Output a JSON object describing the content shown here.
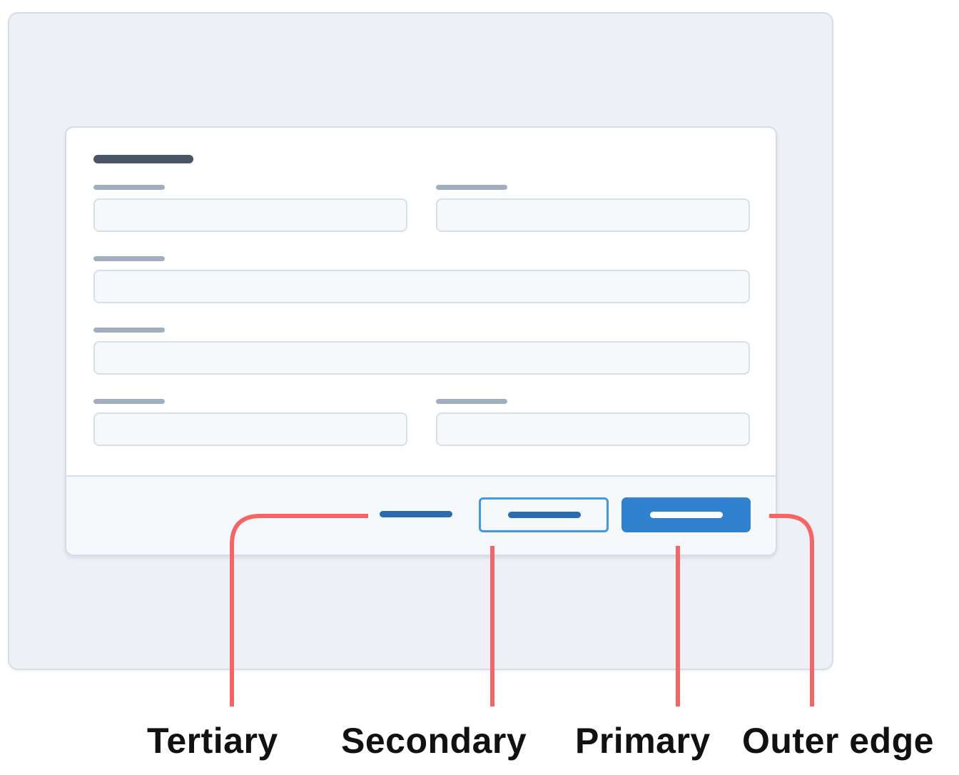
{
  "colors": {
    "background": "#ffffff",
    "outer_surface": "#edf1f6",
    "outer_border": "#d5dde8",
    "dialog_surface": "#ffffff",
    "footer_surface": "#f6f9fc",
    "field_fill": "#f6f9fc",
    "field_border": "#d8dfe9",
    "title_placeholder": "#4a5568",
    "label_placeholder": "#a0aec0",
    "primary_button": "#3182ce",
    "secondary_border": "#4299e1",
    "link_blue": "#2b6cb0",
    "callout_line": "#f56565",
    "callout_text": "#111111"
  },
  "dialog": {
    "title": "",
    "rows": [
      {
        "fields": [
          {
            "label": "",
            "value": ""
          },
          {
            "label": "",
            "value": ""
          }
        ]
      },
      {
        "fields": [
          {
            "label": "",
            "value": ""
          }
        ]
      },
      {
        "fields": [
          {
            "label": "",
            "value": ""
          }
        ]
      },
      {
        "fields": [
          {
            "label": "",
            "value": ""
          },
          {
            "label": "",
            "value": ""
          }
        ]
      }
    ],
    "footer": {
      "buttons": [
        {
          "kind": "tertiary",
          "label": ""
        },
        {
          "kind": "secondary",
          "label": ""
        },
        {
          "kind": "primary",
          "label": ""
        }
      ]
    }
  },
  "callouts": [
    {
      "label": "Tertiary",
      "target": "tertiary-button"
    },
    {
      "label": "Secondary",
      "target": "secondary-button"
    },
    {
      "label": "Primary",
      "target": "primary-button"
    },
    {
      "label": "Outer edge",
      "target": "dialog-right-edge"
    }
  ]
}
